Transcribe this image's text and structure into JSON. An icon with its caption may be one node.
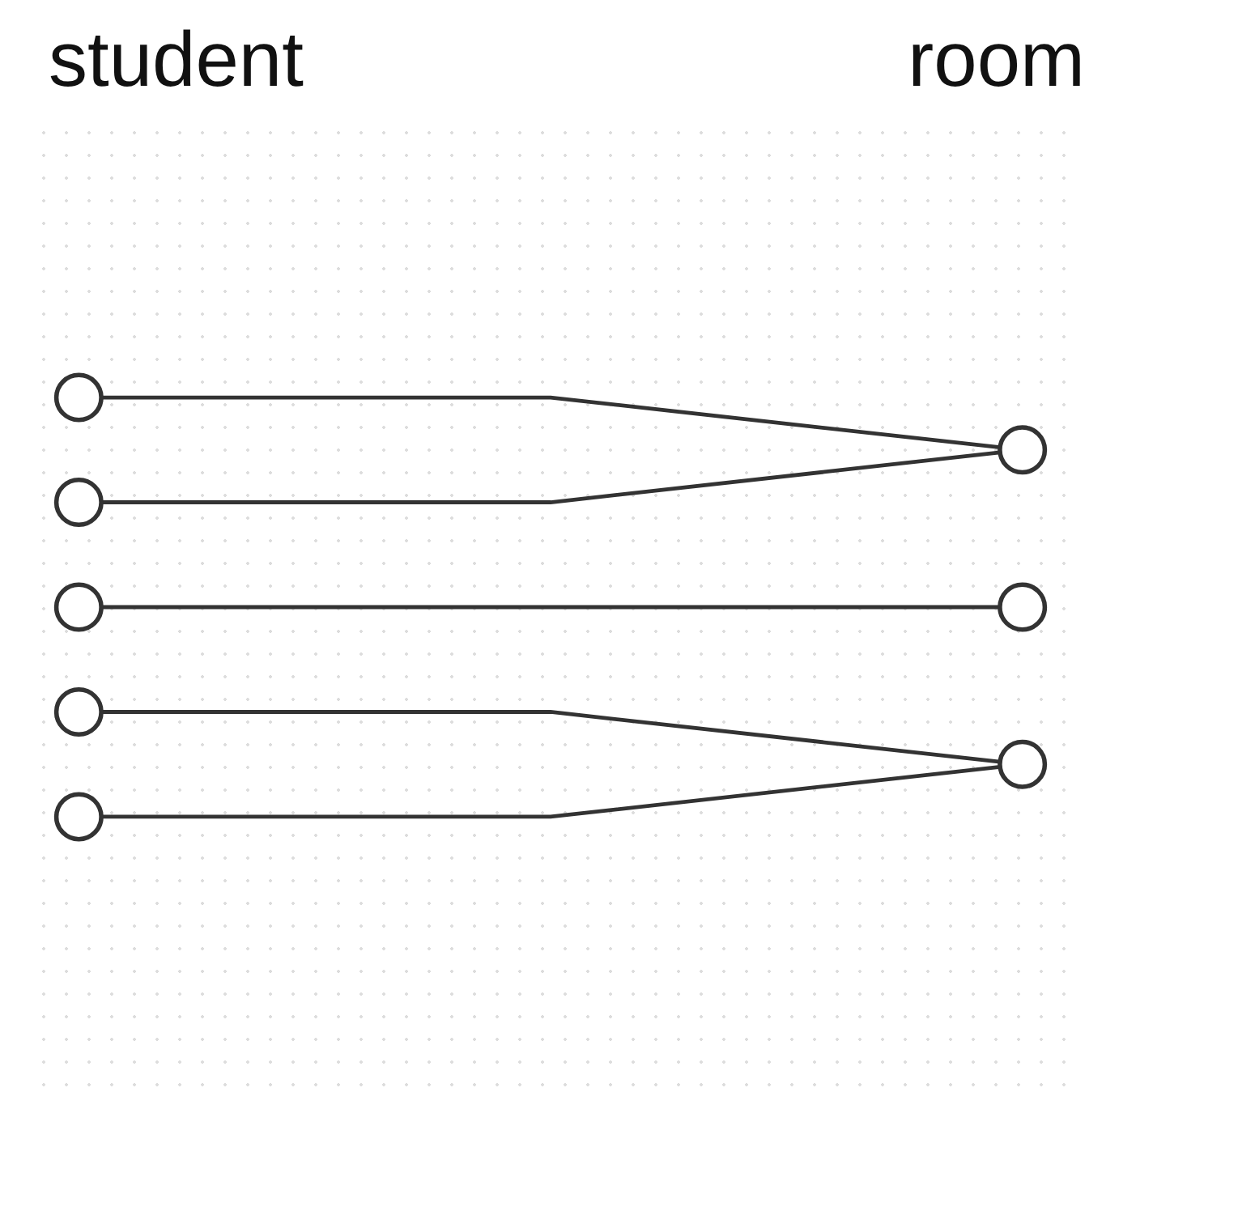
{
  "diagram": {
    "nodes": [
      {
        "text": [],
        "shape": "circle"
      },
      {
        "text": [],
        "shape": "circle"
      },
      {
        "text": [],
        "shape": "circle"
      },
      {
        "text": [],
        "shape": "circle"
      },
      {
        "text": [],
        "shape": "circle"
      },
      {
        "text": [],
        "shape": "circle"
      },
      {
        "text": [],
        "shape": "circle"
      },
      {
        "text": [],
        "shape": "circle"
      }
    ],
    "edges": [
      {
        "from": 0,
        "to": 5,
        "arrow": "none"
      },
      {
        "from": 1,
        "to": 5,
        "arrow": "none"
      },
      {
        "from": 2,
        "to": 6,
        "arrow": "none"
      },
      {
        "from": 3,
        "to": 7,
        "arrow": "none"
      },
      {
        "from": 4,
        "to": 7,
        "arrow": "none"
      }
    ],
    "labels": [
      "student",
      "room"
    ]
  }
}
